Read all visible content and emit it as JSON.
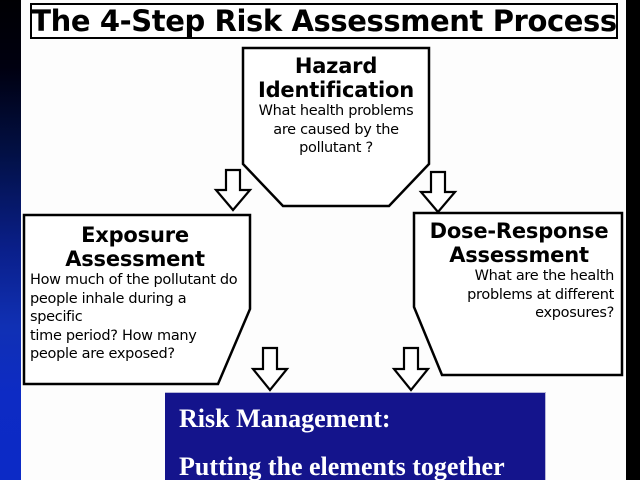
{
  "slide": {
    "title": "The 4-Step Risk Assessment Process",
    "background_color": "#fdfdfd",
    "accent_navy": "#14148c",
    "edge_blue": "#0d2bc4"
  },
  "steps": [
    {
      "id": "hazard",
      "heading_line1": "Hazard",
      "heading_line2": "Identification",
      "body_line1": "What health problems",
      "body_line2": "are caused by the",
      "body_line3": "pollutant ?"
    },
    {
      "id": "exposure",
      "heading_line1": "Exposure",
      "heading_line2": "Assessment",
      "body_line1": "How much of the pollutant do",
      "body_line2": "people inhale during a specific",
      "body_line3": "time period? How many",
      "body_line4": "people are exposed?"
    },
    {
      "id": "dose",
      "heading_line1": "Dose-Response",
      "heading_line2": "Assessment",
      "body_line1": "What are the health",
      "body_line2": "problems at different",
      "body_line3": "exposures?"
    }
  ],
  "risk_management": {
    "line1": "Risk Management:",
    "line2": "Putting the elements together"
  },
  "arrows": [
    {
      "name": "arrow-hazard-to-exposure",
      "direction": "down"
    },
    {
      "name": "arrow-hazard-to-dose",
      "direction": "down"
    },
    {
      "name": "arrow-exposure-to-risk",
      "direction": "down"
    },
    {
      "name": "arrow-dose-to-risk",
      "direction": "down"
    }
  ]
}
